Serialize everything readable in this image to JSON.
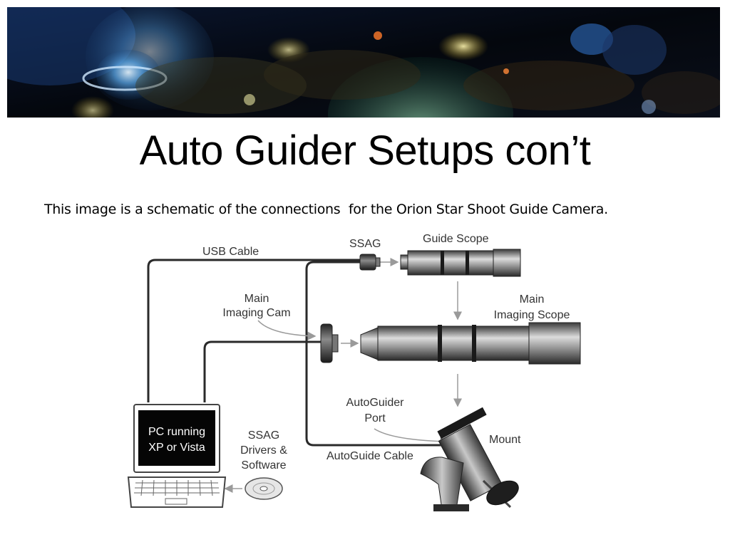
{
  "slide": {
    "title": "Auto Guider Setups con’t",
    "subtitle": "This image is a schematic of the connections  for the Orion Star Shoot Guide Camera."
  },
  "diagram": {
    "labels": {
      "usb_cable": "USB Cable",
      "ssag": "SSAG",
      "guide_scope": "Guide Scope",
      "main_cam_1": "Main",
      "main_cam_2": "Imaging Cam",
      "main_scope_1": "Main",
      "main_scope_2": "Imaging Scope",
      "autoguider_port_1": "AutoGuider",
      "autoguider_port_2": "Port",
      "mount": "Mount",
      "autoguide_cable": "AutoGuide Cable",
      "drivers_1": "SSAG",
      "drivers_2": "Drivers &",
      "drivers_3": "Software",
      "pc_1": "PC running",
      "pc_2": "XP or Vista"
    }
  }
}
